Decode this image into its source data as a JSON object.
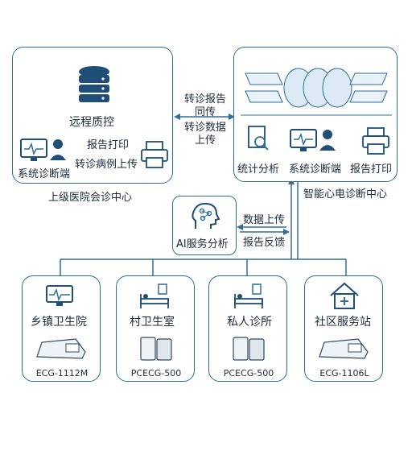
{
  "upper": {
    "remote_qc": "远程质控",
    "report_print": "报告打印",
    "transfer_upload": "转诊病例上传",
    "sys_terminal": "系统诊断端",
    "caption": "上级医院会诊中心"
  },
  "exchange": {
    "line1": "转诊报告",
    "line2": "同传",
    "line3": "转诊数据",
    "line4": "上传"
  },
  "smart": {
    "stat": "统计分析",
    "sys_terminal": "系统诊断端",
    "report_print": "报告打印",
    "caption": "智能心电诊断中心"
  },
  "ai": {
    "label": "AI服务分析",
    "upload": "数据上传",
    "feedback": "报告反馈"
  },
  "sites": [
    {
      "name": "乡镇卫生院",
      "device": "ECG-1112M"
    },
    {
      "name": "村卫生室",
      "device": "PCECG-500"
    },
    {
      "name": "私人诊所",
      "device": "PCECG-500"
    },
    {
      "name": "社区服务站",
      "device": "ECG-1106L"
    }
  ],
  "colors": {
    "accent": "#2f6f96",
    "icon": "#1f4e79"
  }
}
